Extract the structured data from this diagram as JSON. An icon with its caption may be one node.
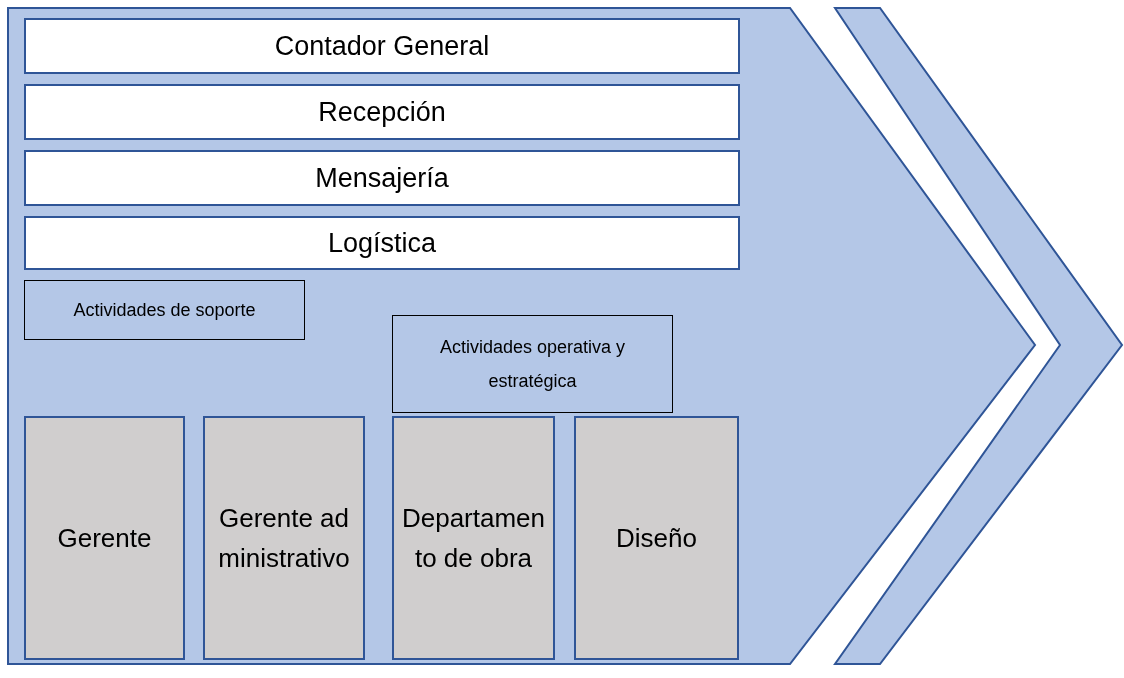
{
  "diagram": {
    "nodes": [
      {
        "text": [],
        "shape": "chevron"
      },
      {
        "text": [],
        "shape": "chevron"
      },
      {
        "text": [
          "Contador General"
        ],
        "in": 0
      },
      {
        "text": [
          "Recepción"
        ],
        "in": 0
      },
      {
        "text": [
          "Mensajería"
        ],
        "in": 0
      },
      {
        "text": [
          "Logística"
        ],
        "in": 0
      },
      {
        "text": [
          "Actividades de soporte"
        ],
        "in": 0
      },
      {
        "text": [
          "Actividades operativa y estratégica"
        ],
        "in": 0
      },
      {
        "text": [
          "Gerente"
        ],
        "in": 0
      },
      {
        "text": [
          "Gerente administrativo"
        ],
        "in": 0
      },
      {
        "text": [
          "Departamento de obra"
        ],
        "in": 0
      },
      {
        "text": [
          "Diseño"
        ],
        "in": 0
      }
    ]
  }
}
